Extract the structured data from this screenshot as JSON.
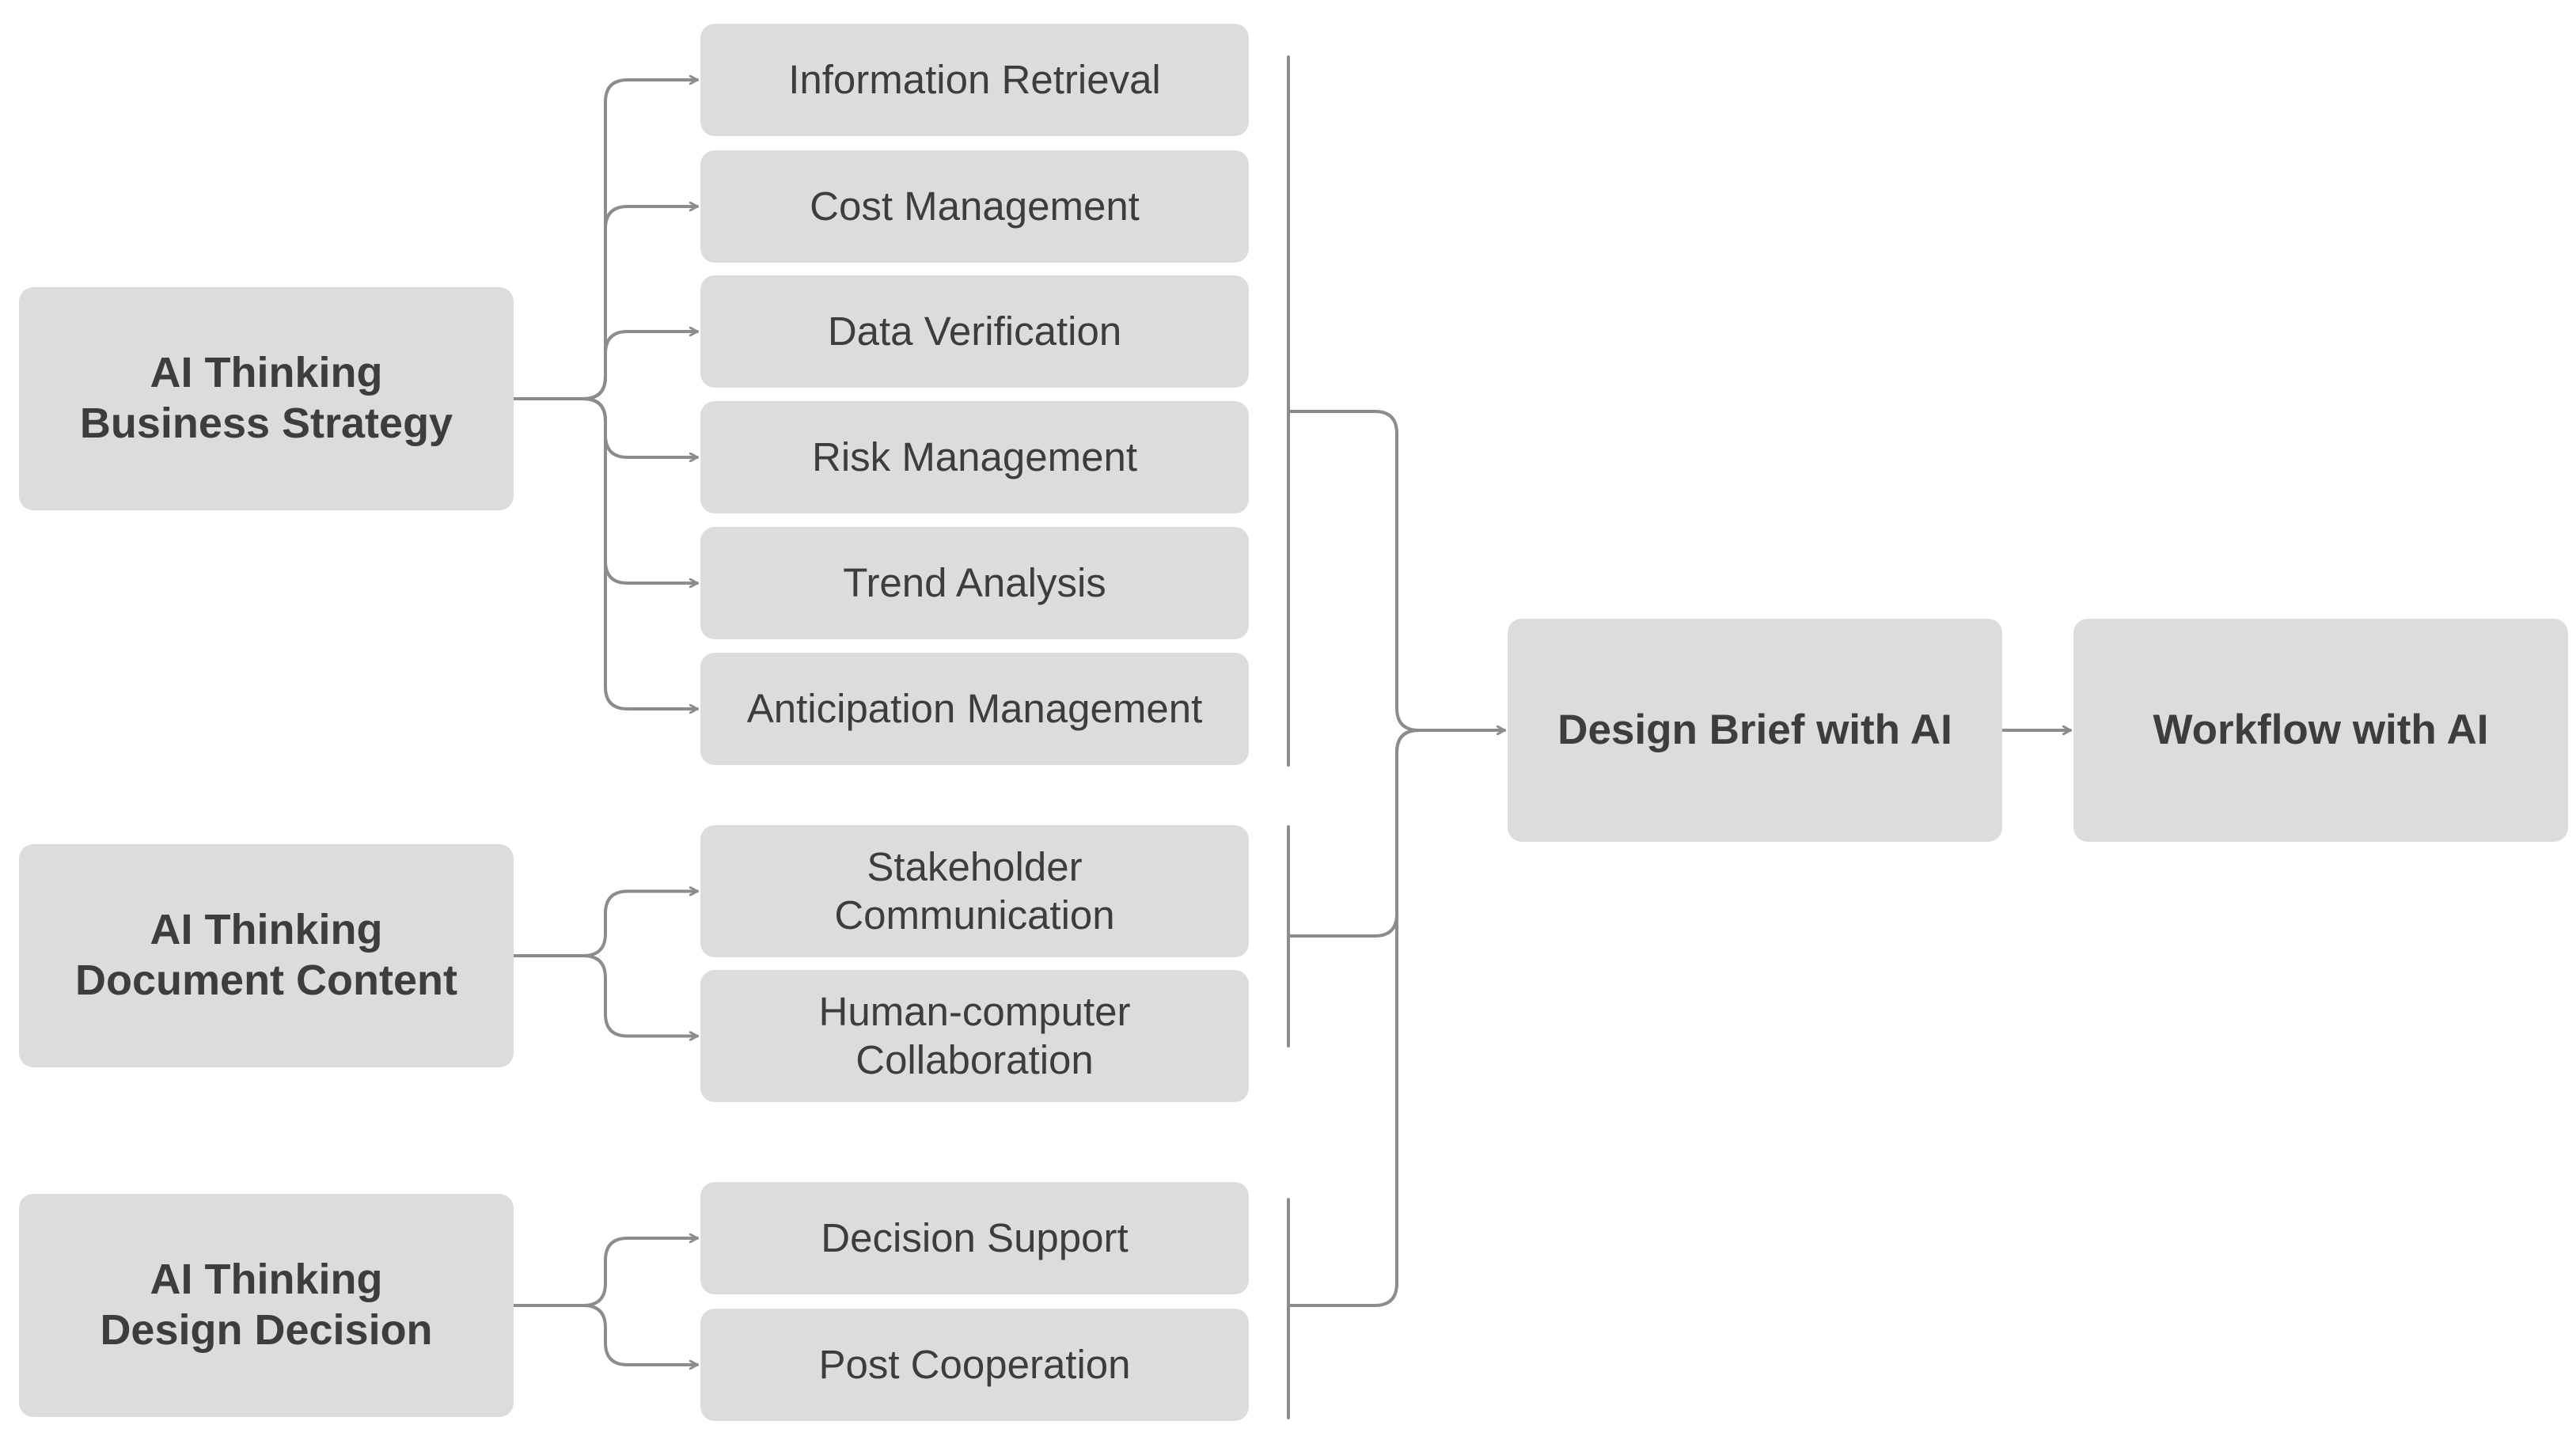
{
  "categories": [
    {
      "id": "business-strategy",
      "lines": [
        "AI Thinking",
        "Business Strategy"
      ],
      "items": [
        [
          "Information Retrieval"
        ],
        [
          "Cost Management"
        ],
        [
          "Data Verification"
        ],
        [
          "Risk Management"
        ],
        [
          "Trend Analysis"
        ],
        [
          "Anticipation Management"
        ]
      ]
    },
    {
      "id": "document-content",
      "lines": [
        "AI Thinking",
        "Document Content"
      ],
      "items": [
        [
          "Stakeholder",
          "Communication"
        ],
        [
          "Human-computer",
          "Collaboration"
        ]
      ]
    },
    {
      "id": "design-decision",
      "lines": [
        "AI Thinking",
        "Design Decision"
      ],
      "items": [
        [
          "Decision Support"
        ],
        [
          "Post Cooperation"
        ]
      ]
    }
  ],
  "design_brief": {
    "label": "Design Brief with AI"
  },
  "workflow": {
    "label": "Workflow with AI"
  },
  "colors": {
    "box_fill": "#dcdcdc",
    "text": "#3d3d3d",
    "connector": "#8c8c8c",
    "background": "#ffffff"
  }
}
